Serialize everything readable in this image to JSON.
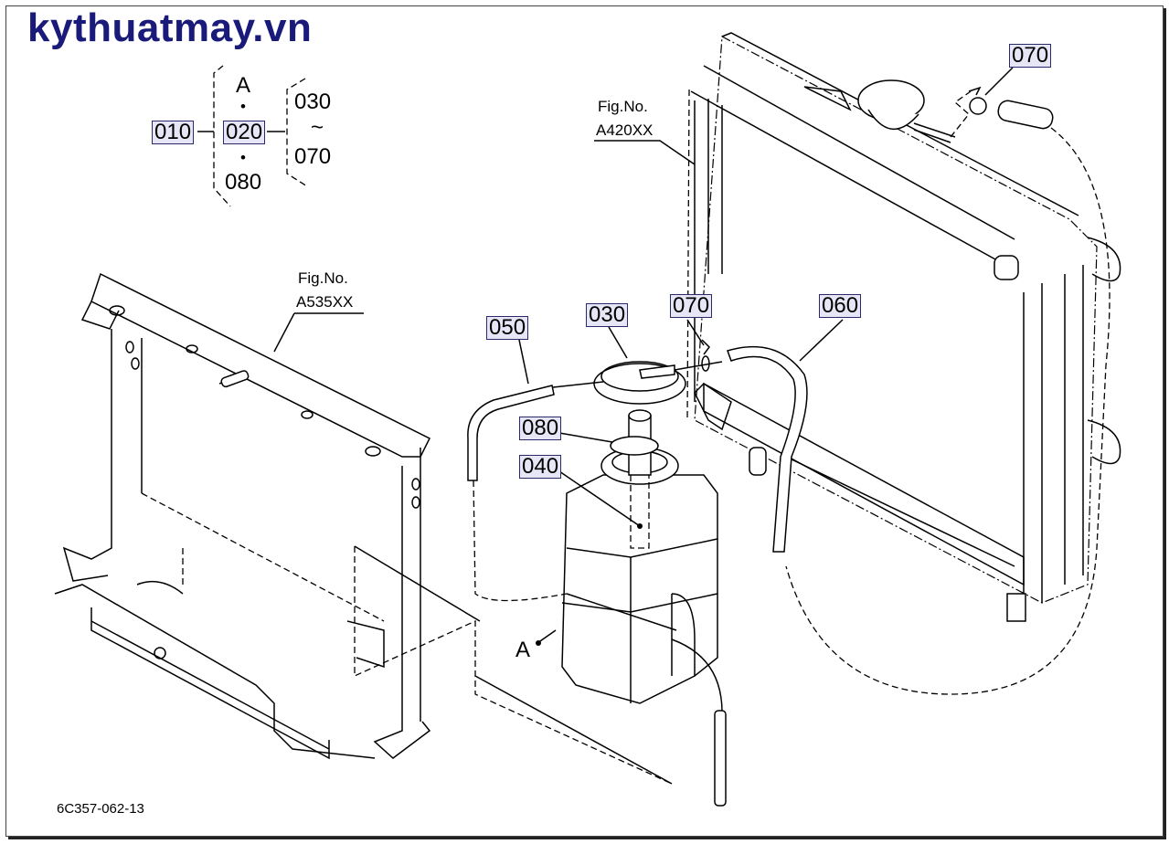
{
  "site": {
    "brand": "kythuatmay.vn"
  },
  "legend": {
    "main_part": "010",
    "sub_part": "020",
    "sub_top": "A",
    "sub_bottom": "080",
    "range_start": "030",
    "range_sep": "~",
    "range_end": "070",
    "dot": "•"
  },
  "figure_refs": [
    {
      "label": "Fig.No.",
      "code": "A420XX"
    },
    {
      "label": "Fig.No.",
      "code": "A535XX"
    }
  ],
  "callouts": {
    "c070_top": "070",
    "c050": "050",
    "c030": "030",
    "c070_mid": "070",
    "c060": "060",
    "c080": "080",
    "c040": "040",
    "mark_a": "A"
  },
  "drawing_id": "6C357-062-13"
}
